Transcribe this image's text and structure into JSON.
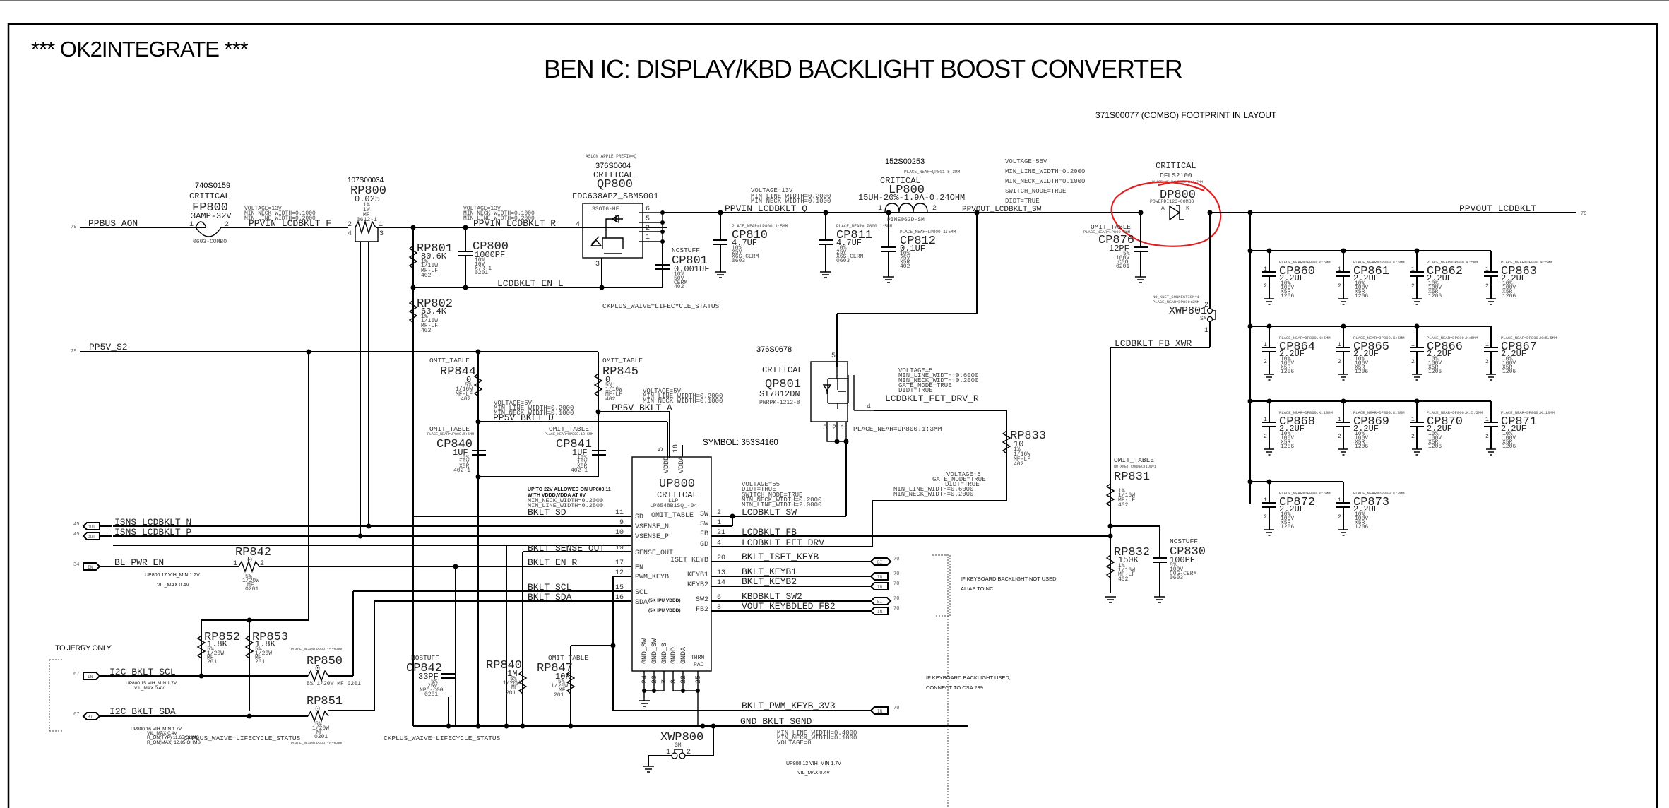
{
  "page": {
    "stamp": "*** OK2INTEGRATE ***",
    "title": "BEN IC: DISPLAY/KBD BACKLIGHT BOOST CONVERTER",
    "combo_note": "371S00077 (COMBO) FOOTPRINT IN LAYOUT",
    "symbol_note": "SYMBOL: 353S4160",
    "annotation_color": "#e02020"
  },
  "nets": {
    "ppbus_aon": "PPBUS_AON",
    "ppvin_f": "PPVIN_LCDBKLT_F",
    "ppvin_r": "PPVIN_LCDBKLT_R",
    "ppvin_q": "PPVIN_LCDBKLT_Q",
    "ppvout_sw": "PPVOUT_LCDBKLT_SW",
    "ppvout": "PPVOUT_LCDBKLT",
    "lcdbklt_en_l": "LCDBKLT_EN_L",
    "pp5v_s2": "PP5V_S2",
    "pp5v_bklt_d": "PP5V_BKLT_D",
    "pp5v_bklt_a": "PP5V_BKLT_A",
    "lcdbklt_fet_drv_r": "LCDBKLT_FET_DRV_R",
    "lcdbklt_fb_xwr": "LCDBKLT_FB_XWR",
    "bklt_sd": "BKLT_SD",
    "isns_n": "ISNS_LCDBKLT_N",
    "isns_p": "ISNS_LCDBKLT_P",
    "bklt_sense_out": "BKLT_SENSE_OUT",
    "bl_pwr_en": "BL_PWR_EN",
    "bklt_en_r": "BKLT_EN_R",
    "bklt_scl": "BKLT_SCL",
    "bklt_sda": "BKLT_SDA",
    "i2c_scl": "I2C_BKLT_SCL",
    "i2c_sda": "I2C_BKLT_SDA",
    "lcdbklt_sw": "LCDBKLT_SW",
    "lcdbklt_fb": "LCDBKLT_FB",
    "lcdbklt_fet_drv": "LCDBKLT_FET_DRV",
    "bklt_iset_keyb": "BKLT_ISET_KEYB",
    "bklt_keyb1": "BKLT_KEYB1",
    "bklt_keyb2": "BKLT_KEYB2",
    "kbdbklt_sw2": "KBDBKLT_SW2",
    "vout_keybdled_fb2": "VOUT_KEYBDLED_FB2",
    "bklt_pwm_keyb_3v3": "BKLT_PWM_KEYB_3V3",
    "gnd_bklt_sgnd": "GND_BKLT_SGND"
  },
  "net_props": {
    "ppvin_f": [
      "VOLTAGE=13V",
      "MIN_NECK_WIDTH=0.1000",
      "MIN_LINE_WIDTH=0.2000"
    ],
    "ppvin_r": [
      "VOLTAGE=13V",
      "MIN_NECK_WIDTH=0.1000",
      "MIN_LINE_WIDTH=0.2000"
    ],
    "ppvin_q": [
      "VOLTAGE=13V",
      "MIN_LINE_WIDTH=0.2000",
      "MIN_NECK_WIDTH=0.1000"
    ],
    "ppvout_sw": [
      "VOLTAGE=55V",
      "MIN_LINE_WIDTH=0.2000",
      "MIN_NECK_WIDTH=0.1000",
      "SWITCH_NODE=TRUE",
      "DIDT=TRUE"
    ],
    "pp5v_bklt_d": [
      "VOLTAGE=5V",
      "MIN_LINE_WIDTH=0.2000",
      "MIN_NECK_WIDTH=0.1000"
    ],
    "pp5v_bklt_a": [
      "VOLTAGE=5V",
      "MIN_LINE_WIDTH=0.2000",
      "MIN_NECK_WIDTH=0.1000"
    ],
    "fet_drv_r": [
      "VOLTAGE=5",
      "MIN_LINE_WIDTH=0.6000",
      "MIN_NECK_WIDTH=0.2000",
      "GATE_NODE=TRUE",
      "DIDT=TRUE"
    ],
    "fet_drv": [
      "VOLTAGE=5",
      "GATE_NODE=TRUE",
      "DIDT=TRUE",
      "MIN_LINE_WIDTH=0.6000",
      "MIN_NECK_WIDTH=0.2000"
    ],
    "lcdbklt_sw": [
      "VOLTAGE=55",
      "DIDT=TRUE",
      "SWITCH_NODE=TRUE",
      "MIN_NECK_WIDTH=0.2000",
      "MIN_LINE_WIDTH=2.0000"
    ],
    "bklt_sd": [
      "UP TO 22V ALLOWED ON UP800.11",
      "WITH VDDD,VDDA AT 0V",
      "MIN_NECK_WIDTH=0.2000",
      "MIN_LINE_WIDTH=0.2500"
    ],
    "gnd_sgnd": [
      "MIN_LINE_WIDTH=0.4000",
      "MIN_NECK_WIDTH=0.1000",
      "VOLTAGE=0"
    ]
  },
  "components": {
    "fp800": {
      "pn": "740S0159",
      "crit": "CRITICAL",
      "ref": "FP800",
      "val": "3AMP-32V",
      "pkg": "0603-COMBO"
    },
    "rp800": {
      "pn": "107S00034",
      "ref": "RP800",
      "val": "0.025",
      "d": [
        "1%",
        "1W",
        "MF",
        "0612-1"
      ]
    },
    "rp801": {
      "ref": "RP801",
      "val": "80.6K",
      "d": [
        "1%",
        "1/16W",
        "MF-LF",
        "402"
      ]
    },
    "rp802": {
      "ref": "RP802",
      "val": "63.4K",
      "d": [
        "1%",
        "1/16W",
        "MF-LF",
        "402"
      ]
    },
    "cp800": {
      "ref": "CP800",
      "val": "1000PF",
      "d": [
        "10%",
        "16V",
        "X7R-1",
        "0201"
      ]
    },
    "qp800": {
      "attr": "ASLON_APPLE_PREFIX=Q",
      "pn": "376S0604",
      "crit": "CRITICAL",
      "ref": "QP800",
      "val": "FDC638APZ_SBMS001",
      "pkg": "SSOT6-HF"
    },
    "cp801": {
      "tag": "NOSTUFF",
      "ref": "CP801",
      "val": "0.001UF",
      "d": [
        "10%",
        "50V",
        "CERM",
        "402"
      ]
    },
    "ckplus1": "CKPLUS_WAIVE=LIFECYCLE_STATUS",
    "cp810": {
      "place": "PLACE_NEAR=LP800.1:5MM",
      "ref": "CP810",
      "val": "4.7UF",
      "d": [
        "10%",
        "25V",
        "X6S-CERM",
        "0603"
      ]
    },
    "cp811": {
      "place": "PLACE_NEAR=LP800.1:5MM",
      "ref": "CP811",
      "val": "4.7UF",
      "d": [
        "10%",
        "25V",
        "X6S-CERM",
        "0603"
      ]
    },
    "cp812": {
      "place": "PLACE_NEAR=LP800.1:5MM",
      "ref": "CP812",
      "val": "0.1UF",
      "d": [
        "10%",
        "25V",
        "X5R",
        "402"
      ]
    },
    "lp800": {
      "pn": "152S00253",
      "place": "PLACE_NEAR=QP801.5:3MM",
      "crit": "CRITICAL",
      "ref": "LP800",
      "val": "15UH-20%-1.9A-0.24OHM",
      "pkg": "PIME062D-SM"
    },
    "dp800": {
      "crit": "CRITICAL",
      "val": "DFLS2100",
      "place": "PLACE_NEAR=LP800.2:4.7MM",
      "ref": "DP800",
      "pkg": "POWERDI123-COMBO",
      "a": "A",
      "k": "K"
    },
    "cp876": {
      "tag": "OMIT_TABLE",
      "place": "PLACE_NEAR=LP800:5MM",
      "ref": "CP876",
      "val": "12PF",
      "d": [
        "5%",
        "100V",
        "C0G",
        "0201"
      ]
    },
    "xwp801": {
      "attr1": "NO_XNET_CONNECTION=1",
      "attr2": "PLACE_NEAR=DP800:2MM",
      "ref": "XWP801",
      "pkg": "SM"
    },
    "qp801": {
      "pn": "376S0678",
      "crit": "CRITICAL",
      "ref": "QP801",
      "val": "SI7812DN",
      "pkg": "PWRPK-1212-8",
      "place": "PLACE_NEAR=UP800.1:3MM"
    },
    "rp833": {
      "ref": "RP833",
      "val": "10",
      "d": [
        "1%",
        "1/16W",
        "MF-LF",
        "402"
      ]
    },
    "rp831": {
      "tag": "OMIT_TABLE",
      "attr": "NO_XNET_CONNECTION=1",
      "ref": "RP831",
      "val": "",
      "d": [
        "1%",
        "1/16W",
        "MF-LF",
        "402"
      ]
    },
    "rp832": {
      "ref": "RP832",
      "val": "150K",
      "d": [
        "1%",
        "1/16W",
        "MF-LF",
        "402"
      ]
    },
    "cp830": {
      "tag": "NOSTUFF",
      "ref": "CP830",
      "val": "100PF",
      "d": [
        "5%",
        "100V",
        "C0G-CERM",
        "0603"
      ]
    },
    "rp844": {
      "tag": "OMIT_TABLE",
      "ref": "RP844",
      "val": "0",
      "d": [
        "5%",
        "1/16W",
        "MF-LF",
        "402"
      ]
    },
    "rp845": {
      "tag": "OMIT_TABLE",
      "ref": "RP845",
      "val": "0",
      "d": [
        "5%",
        "1/16W",
        "MF-LF",
        "402"
      ]
    },
    "cp840": {
      "tag": "OMIT_TABLE",
      "place": "PLACE_NEAR=UP800.5:5MM",
      "ref": "CP840",
      "val": "1UF",
      "d": [
        "10%",
        "10V",
        "X5R",
        "402-1"
      ]
    },
    "cp841": {
      "tag": "OMIT_TABLE",
      "place": "PLACE_NEAR=UP800.18:5MM",
      "ref": "CP841",
      "val": "1UF",
      "d": [
        "10%",
        "10V",
        "X5R",
        "402-1"
      ]
    },
    "rp842": {
      "ref": "RP842",
      "val": "0",
      "d": [
        "5%",
        "1/20W",
        "MF",
        "0201"
      ]
    },
    "rp852": {
      "ref": "RP852",
      "val": "1.8K",
      "d": [
        "5%",
        "1/20W",
        "MF",
        "201"
      ]
    },
    "rp853": {
      "ref": "RP853",
      "val": "1.8K",
      "d": [
        "5%",
        "1/20W",
        "MF",
        "201"
      ]
    },
    "rp850": {
      "place": "PLACE_NEAR=UP800.15:10MM",
      "ref": "RP850",
      "val": "0",
      "d": "5%   1/20W   MF   0201"
    },
    "rp851": {
      "place": "PLACE_NEAR=UP800.16:10MM",
      "ref": "RP851",
      "val": "0",
      "d": [
        "5%",
        "1/20W",
        "MF",
        "0201"
      ]
    },
    "cp842": {
      "tag": "NOSTUFF",
      "ref": "CP842",
      "val": "33PF",
      "d": [
        "5%",
        "25V",
        "NPO-C0G",
        "0201"
      ]
    },
    "rp840": {
      "ref": "RP840",
      "val": "1M",
      "d": [
        "5%",
        "1/20W",
        "MF",
        "201"
      ]
    },
    "rp847": {
      "tag": "OMIT_TABLE",
      "ref": "RP847",
      "val": "10K",
      "d": [
        "5%",
        "1/20W",
        "MF",
        "201"
      ]
    },
    "xwp800": {
      "ref": "XWP800",
      "pkg": "SM"
    },
    "ckplus2": "CKPLUS_WAIVE=LIFECYCLE_STATUS",
    "caps_bank": [
      {
        "ref": "CP860",
        "val": "2.2UF",
        "place": "PLACE_NEAR=DP800.K:5MM"
      },
      {
        "ref": "CP861",
        "val": "2.2UF",
        "place": "PLACE_NEAR=DP800.K:6MM"
      },
      {
        "ref": "CP862",
        "val": "2.2UF",
        "place": "PLACE_NEAR=DP800.K:5MM"
      },
      {
        "ref": "CP863",
        "val": "2.2UF",
        "place": "PLACE_NEAR=DP800.K:5MM"
      },
      {
        "ref": "CP864",
        "val": "2.2UF",
        "place": "PLACE_NEAR=DP800.K:5MM"
      },
      {
        "ref": "CP865",
        "val": "2.2UF",
        "place": "PLACE_NEAR=DP800.K:5MM"
      },
      {
        "ref": "CP866",
        "val": "2.2UF",
        "place": "PLACE_NEAR=DP800.K:5MM"
      },
      {
        "ref": "CP867",
        "val": "2.2UF",
        "place": "PLACE_NEAR=DP800.K:5.5MM"
      },
      {
        "ref": "CP868",
        "val": "2.2UF",
        "place": "PLACE_NEAR=DP800.K:10MM"
      },
      {
        "ref": "CP869",
        "val": "2.2UF",
        "place": "PLACE_NEAR=DP800.K:8MM"
      },
      {
        "ref": "CP870",
        "val": "2.2UF",
        "place": "PLACE_NEAR=DP800.K:5.5MM"
      },
      {
        "ref": "CP871",
        "val": "2.2UF",
        "place": "PLACE_NEAR=DP800.K:10MM"
      },
      {
        "ref": "CP872",
        "val": "2.2UF",
        "place": "PLACE_NEAR=DP800.K:6MM"
      },
      {
        "ref": "CP873",
        "val": "2.2UF",
        "place": "PLACE_NEAR=DP800.K:8MM"
      }
    ],
    "caps_bank_detail": [
      "10%",
      "100V",
      "X5R",
      "1206"
    ]
  },
  "up800": {
    "ref": "UP800",
    "crit": "CRITICAL",
    "pkg": "LLP",
    "val": "LP8548B1SQ_-04",
    "omit": "OMIT_TABLE",
    "top_pins": [
      {
        "num": "5",
        "name": "VDDD"
      },
      {
        "num": "18",
        "name": "VDDA"
      }
    ],
    "left_pins": [
      {
        "num": "11",
        "name": "SD"
      },
      {
        "num": "9",
        "name": "VSENSE_N"
      },
      {
        "num": "10",
        "name": "VSENSE_P"
      },
      {
        "num": "19",
        "name": "SENSE_OUT"
      },
      {
        "num": "17",
        "name": "EN"
      },
      {
        "num": "12",
        "name": "PWM_KEYB"
      },
      {
        "num": "15",
        "name": "SCL"
      },
      {
        "num": "16",
        "name": "SDA"
      }
    ],
    "scl_note": "(5K IPU VDDD)",
    "sda_note": "(5K IPU VDDD)",
    "right_pins": [
      {
        "num": "2",
        "name": "SW"
      },
      {
        "num": "1",
        "name": "SW"
      },
      {
        "num": "21",
        "name": "FB"
      },
      {
        "num": "4",
        "name": "GD"
      },
      {
        "num": "20",
        "name": "ISET_KEYB"
      },
      {
        "num": "13",
        "name": "KEYB1"
      },
      {
        "num": "14",
        "name": "KEYB2"
      },
      {
        "num": "6",
        "name": "SW2"
      },
      {
        "num": "8",
        "name": "FB2"
      }
    ],
    "bottom_pins": [
      {
        "num": "24",
        "name": "GND_SW"
      },
      {
        "num": "23",
        "name": "GND_SW"
      },
      {
        "num": "7",
        "name": "GND_S"
      },
      {
        "num": "3",
        "name": "GNDD"
      },
      {
        "num": "22",
        "name": "GNDA"
      },
      {
        "num": "25",
        "name": "THRM PAD"
      }
    ]
  },
  "ports": {
    "ppbus_aon_page": "79",
    "ppvout_page": "79",
    "pp5v_s2_page": "79",
    "isns_n": {
      "dir": "OUT",
      "page": "45"
    },
    "isns_p": {
      "dir": "OUT",
      "page": "45"
    },
    "bl_pwr_en": {
      "dir": "IN",
      "page": "34"
    },
    "i2c_scl": {
      "dir": "IN",
      "page": "67"
    },
    "i2c_sda": {
      "dir": "BI",
      "page": "67"
    },
    "iset_keyb": {
      "dir": "BI",
      "page": "70"
    },
    "keyb1": {
      "dir": "IN",
      "page": "70"
    },
    "keyb2": {
      "dir": "IN",
      "page": "70"
    },
    "sw2": {
      "dir": "BI",
      "page": "70"
    },
    "fb2": {
      "dir": "IN",
      "page": "70"
    },
    "pwm_keyb": {
      "dir": "IN",
      "page": "70"
    }
  },
  "notes": {
    "bl_pwr_en": [
      "UP800.17 VIH_MIN 1.2V",
      "VIL_MAX 0.4V"
    ],
    "scl": [
      "UP800.15 VIH_MIN 1.7V",
      "VIL_MAX 0.4V"
    ],
    "sda": [
      "UP800.16 VIH_MIN 1.7V",
      "VIL_MAX 0.4V",
      "R_ON(TYP) 11.65 OHMS",
      "R_ON(MAX) 12.85 OHMS"
    ],
    "pwm": [
      "UP800.12 VIH_MIN 1.7V",
      "VIL_MAX 0.4V"
    ],
    "jerry": "TO JERRY ONLY",
    "kb_not_used": [
      "IF KEYBOARD BACKLIGHT NOT USED,",
      "ALIAS TO NC"
    ],
    "kb_used": [
      "IF KEYBOARD BACKLIGHT USED,",
      "CONNECT TO CSA 239"
    ]
  }
}
